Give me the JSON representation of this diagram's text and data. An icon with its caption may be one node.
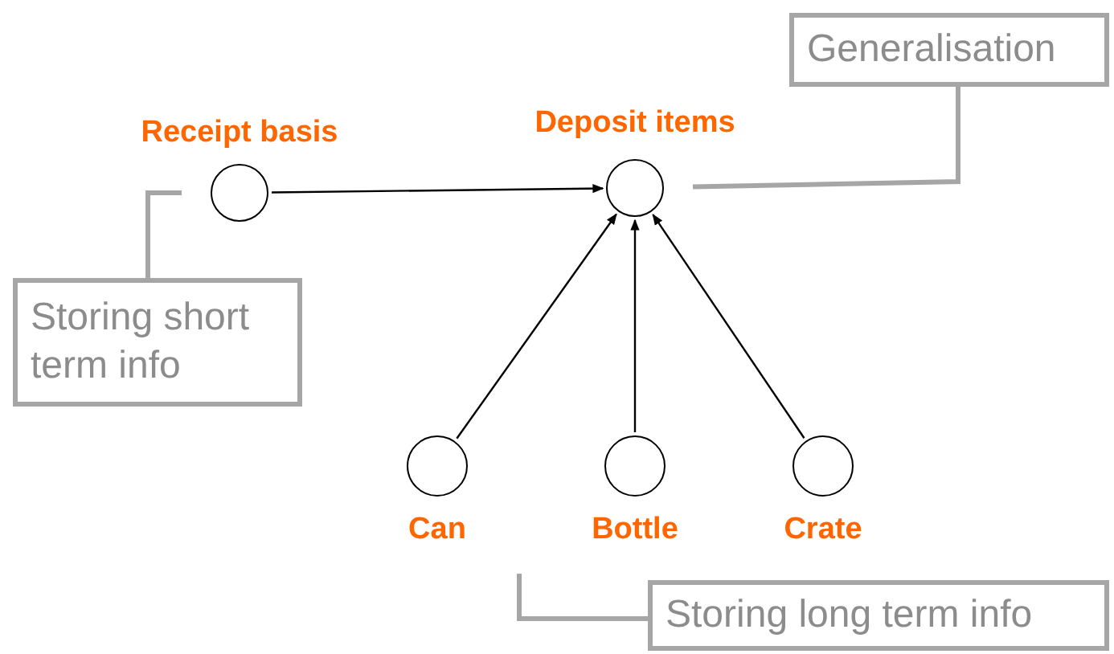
{
  "diagram": {
    "nodes": [
      {
        "text": [
          "Receipt basis"
        ]
      },
      {
        "text": [
          "Deposit items"
        ]
      },
      {
        "text": [
          "Can"
        ]
      },
      {
        "text": [
          "Bottle"
        ]
      },
      {
        "text": [
          "Crate"
        ]
      },
      {
        "text": [
          "Generalisation"
        ]
      },
      {
        "text": [
          "Storing short term info"
        ]
      },
      {
        "text": [
          "Storing long term info"
        ]
      }
    ],
    "edges": [
      {
        "from": 0,
        "to": 1,
        "arrow": "to"
      },
      {
        "from": 2,
        "to": 1,
        "arrow": "to"
      },
      {
        "from": 3,
        "to": 1,
        "arrow": "to"
      },
      {
        "from": 4,
        "to": 1,
        "arrow": "to"
      },
      {
        "from": 5,
        "to": 1,
        "arrow": "none",
        "style": "thick",
        "color": "#a6a6a6"
      },
      {
        "from": 6,
        "to": 0,
        "arrow": "none",
        "style": "thick",
        "color": "#a6a6a6"
      },
      {
        "from": 7,
        "to": null,
        "arrow": "none",
        "style": "thick",
        "color": "#a6a6a6"
      }
    ]
  }
}
